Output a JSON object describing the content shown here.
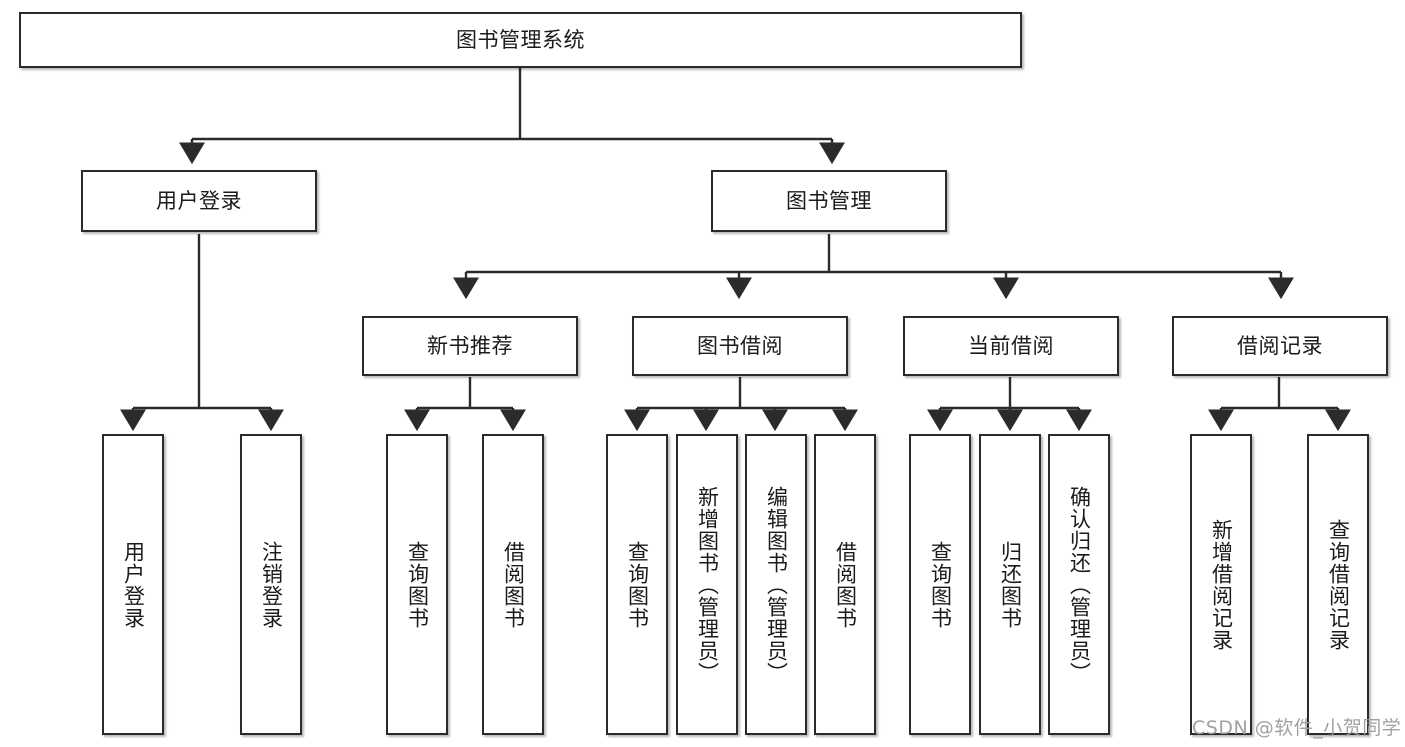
{
  "diagram": {
    "type": "tree-hierarchy",
    "title": "图书管理系统",
    "levels": 4,
    "edge_style": "orthogonal-arrow",
    "colors": {
      "box_border": "#2b2b2b",
      "box_fill": "#ffffff",
      "text": "#1b1b1b",
      "line": "#2b2b2b",
      "watermark": "#9a9a9a"
    },
    "nodes": {
      "root": {
        "label": "图书管理系统"
      },
      "level2": [
        {
          "label": "用户登录"
        },
        {
          "label": "图书管理"
        }
      ],
      "level3": [
        {
          "label": "新书推荐"
        },
        {
          "label": "图书借阅"
        },
        {
          "label": "当前借阅"
        },
        {
          "label": "借阅记录"
        }
      ],
      "leaves": {
        "user_login": [
          {
            "label": "用户登录"
          },
          {
            "label": "注销登录"
          }
        ],
        "new_book_recommend": [
          {
            "label": "查询图书"
          },
          {
            "label": "借阅图书"
          }
        ],
        "book_borrow": [
          {
            "label": "查询图书"
          },
          {
            "label": "新增图书（管理员）"
          },
          {
            "label": "编辑图书（管理员）"
          },
          {
            "label": "借阅图书"
          }
        ],
        "current_borrow": [
          {
            "label": "查询图书"
          },
          {
            "label": "归还图书"
          },
          {
            "label": "确认归还（管理员）"
          }
        ],
        "borrow_record": [
          {
            "label": "新增借阅记录"
          },
          {
            "label": "查询借阅记录"
          }
        ]
      }
    }
  },
  "watermark": {
    "text": "CSDN @软件_小贺同学"
  }
}
